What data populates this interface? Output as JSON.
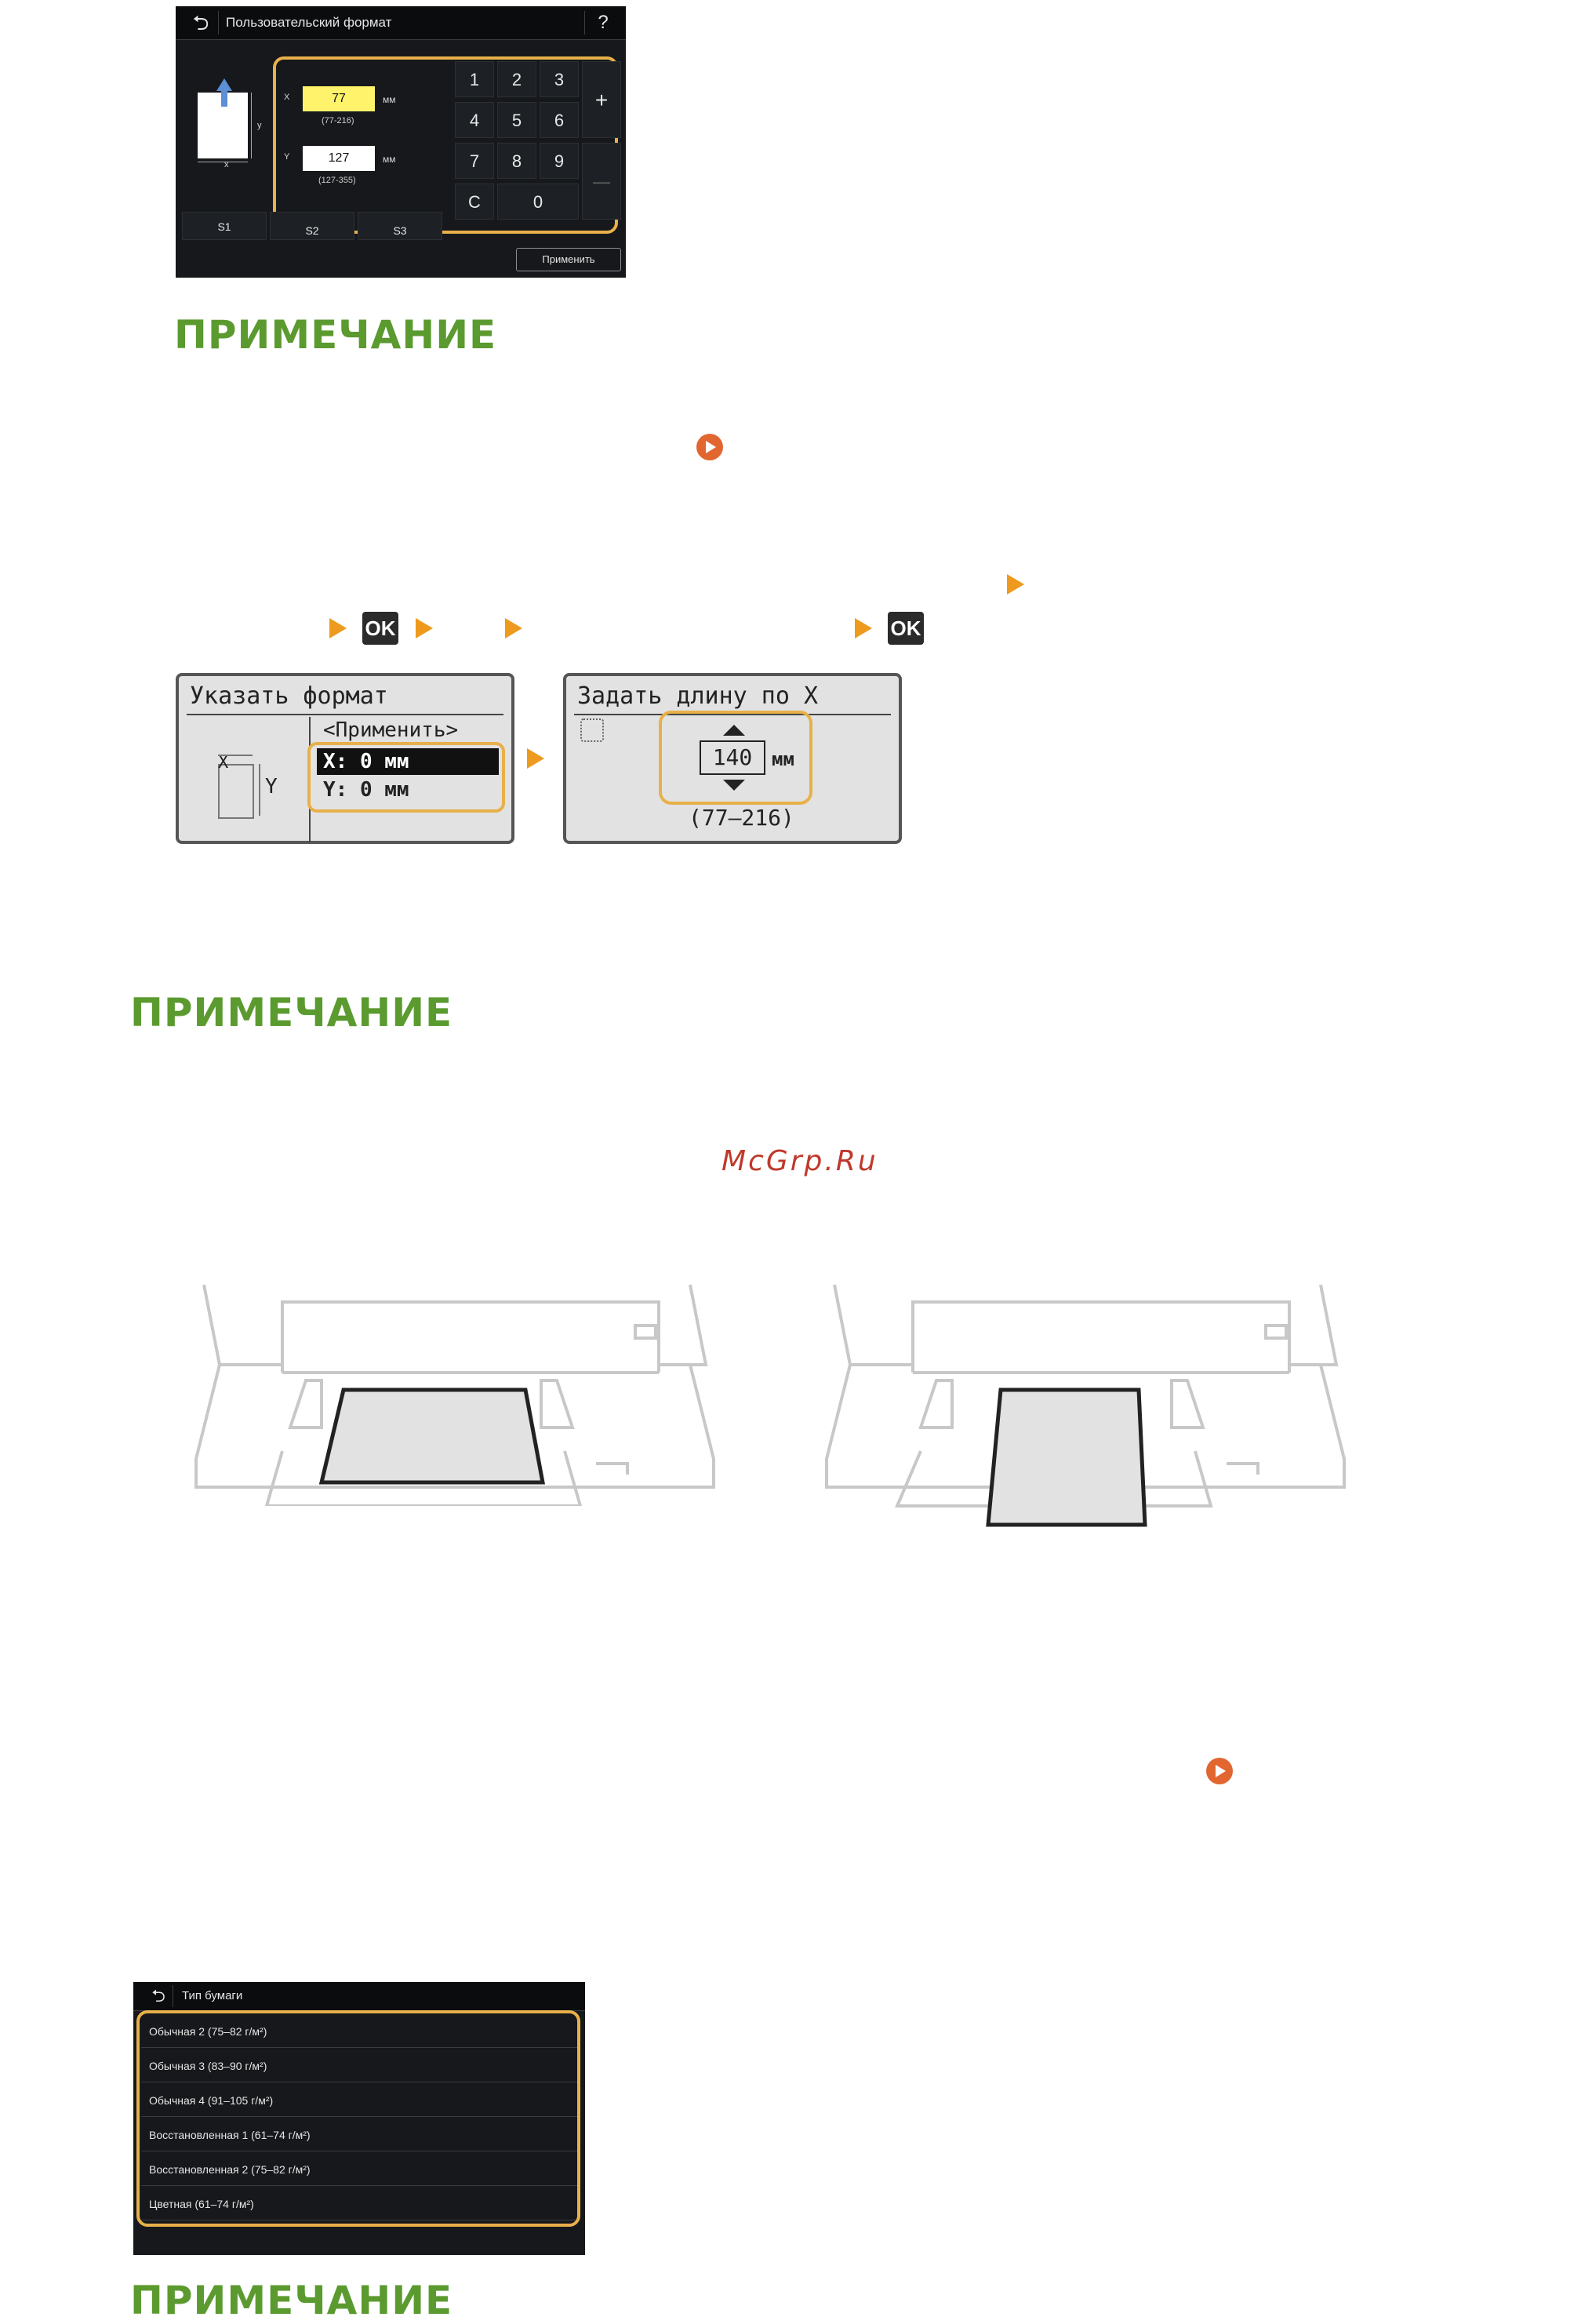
{
  "custom_size_screen": {
    "title": "Пользовательский формат",
    "help": "?",
    "x_label": "X",
    "y_label": "Y",
    "x_value": "77",
    "y_value": "127",
    "unit": "мм",
    "x_range": "(77-216)",
    "y_range": "(127-355)",
    "diagram_x": "x",
    "diagram_y": "y",
    "keypad": [
      "1",
      "2",
      "3",
      "4",
      "5",
      "6",
      "7",
      "8",
      "9",
      "C",
      "0"
    ],
    "plus": "+",
    "minus": "—",
    "preset_buttons": [
      "S1",
      "S2",
      "S3"
    ],
    "apply": "Применить"
  },
  "note_title": "ПРИМЕЧАНИЕ",
  "ok_label": "OK",
  "lcd_left": {
    "title": "Указать формат",
    "items": [
      "<Применить>",
      "X: 0 мм",
      "Y: 0 мм"
    ],
    "diagram_x": "X",
    "diagram_y": "Y"
  },
  "lcd_right": {
    "title": "Задать длину по X",
    "value": "140",
    "unit": "мм",
    "range": "(77–216)"
  },
  "watermark": "McGrp.Ru",
  "paper_type_screen": {
    "title": "Тип бумаги",
    "items": [
      "Обычная 2 (75–82 г/м²)",
      "Обычная 3 (83–90 г/м²)",
      "Обычная 4 (91–105 г/м²)",
      "Восстановленная 1 (61–74 г/м²)",
      "Восстановленная 2 (75–82 г/м²)",
      "Цветная (61–74 г/м²)"
    ]
  },
  "colors": {
    "note_green": "#5b9a2f",
    "accent_orange": "#ee9a1e",
    "highlight": "#e8b04a",
    "link_circle": "#e2662f",
    "watermark_red": "#c0392b"
  }
}
